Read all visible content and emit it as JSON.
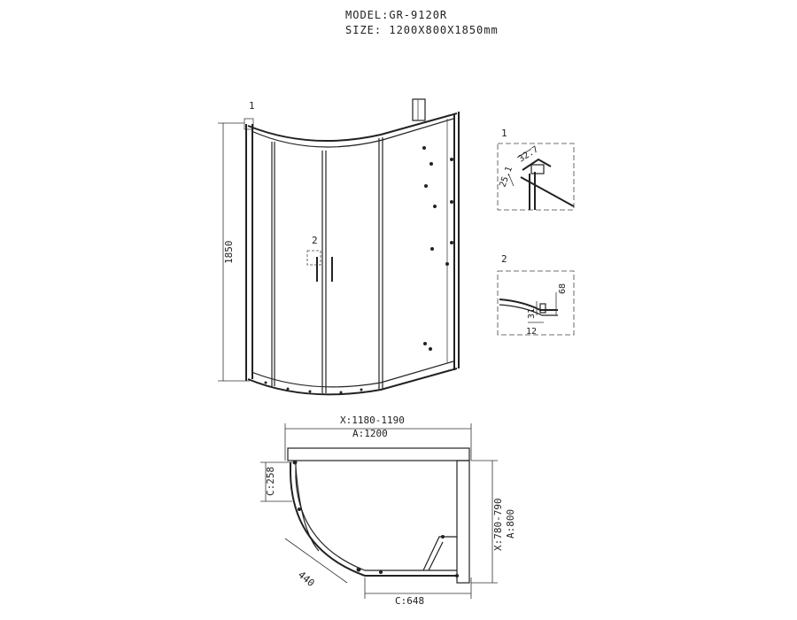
{
  "header": {
    "model": "MODEL:GR-9120R",
    "size": "SIZE: 1200X800X1850mm"
  },
  "elevation": {
    "height_label": "1850",
    "callout_1": "1",
    "callout_2": "2"
  },
  "detail_1": {
    "label": "1",
    "dim_width": "32.7",
    "dim_height": "25.1"
  },
  "detail_2": {
    "label": "2",
    "dim_68": "68",
    "dim_31": "31",
    "dim_12": "12"
  },
  "plan": {
    "x_width": "X:1180-1190",
    "a_width": "A:1200",
    "c_side": "C:258",
    "diag": "440",
    "c_bottom": "C:648",
    "x_depth": "X:780-790",
    "a_depth": "A:800"
  }
}
